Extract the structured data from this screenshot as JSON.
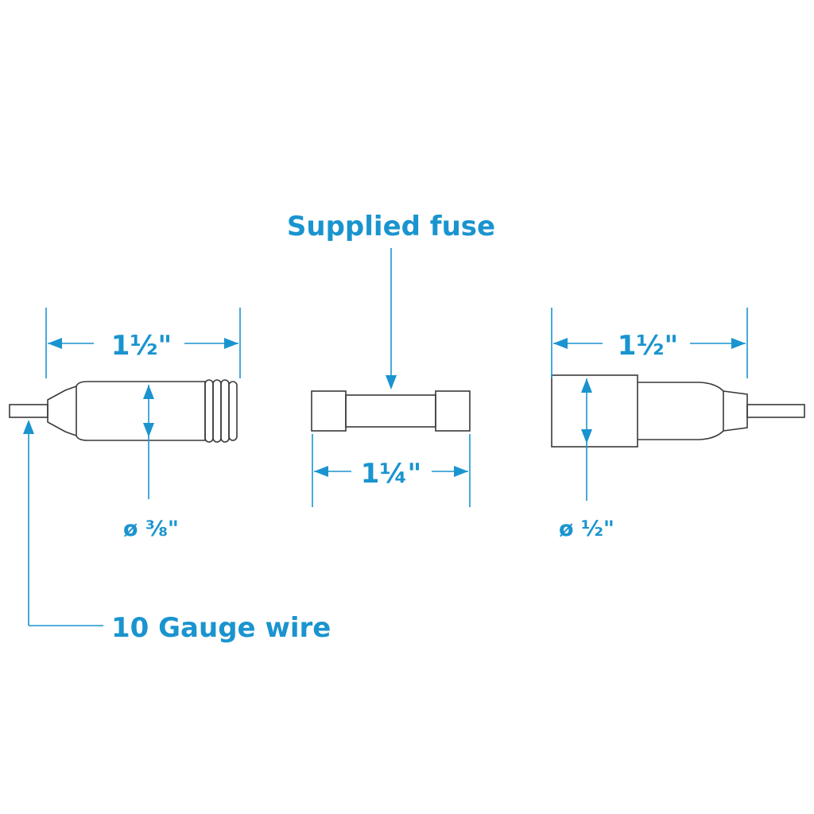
{
  "labels": {
    "supplied_fuse": "Supplied fuse",
    "left_length": "1½\"",
    "left_diameter": "ø ⅜\"",
    "fuse_length": "1¼\"",
    "right_length": "1½\"",
    "right_diameter": "ø ½\"",
    "wire": "10 Gauge wire"
  },
  "colors": {
    "dimension": "#1a94cf",
    "outline": "#3a3a3a",
    "background": "#ffffff"
  }
}
